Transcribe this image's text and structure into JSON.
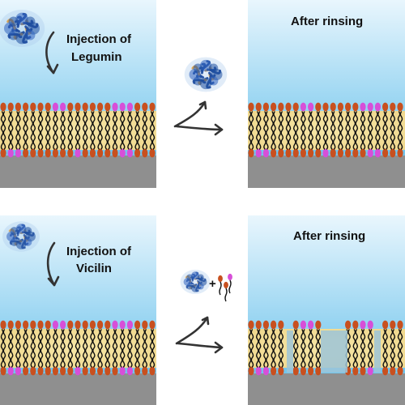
{
  "rows": [
    {
      "injection_label_line1": "Injection of",
      "injection_label_line2": "Legumin",
      "after_label": "After rinsing"
    },
    {
      "injection_label_line1": "Injection of",
      "injection_label_line2": "Vicilin",
      "after_label": "After rinsing"
    }
  ],
  "plus_symbol": "+",
  "colors": {
    "water_top": "#e7f5fd",
    "water_bottom": "#57b9ea",
    "lipid_head_orange": "#c8501f",
    "lipid_head_magenta": "#d74fd8",
    "lipid_tail": "#f3e3a3",
    "lipid_tail_line": "#111111",
    "substrate": "#8d8d8d",
    "protein_blue": "#1c4aa0",
    "protein_orange": "#d8a04a",
    "hole_fill": "#9cc4d8",
    "arrow": "#333333"
  }
}
